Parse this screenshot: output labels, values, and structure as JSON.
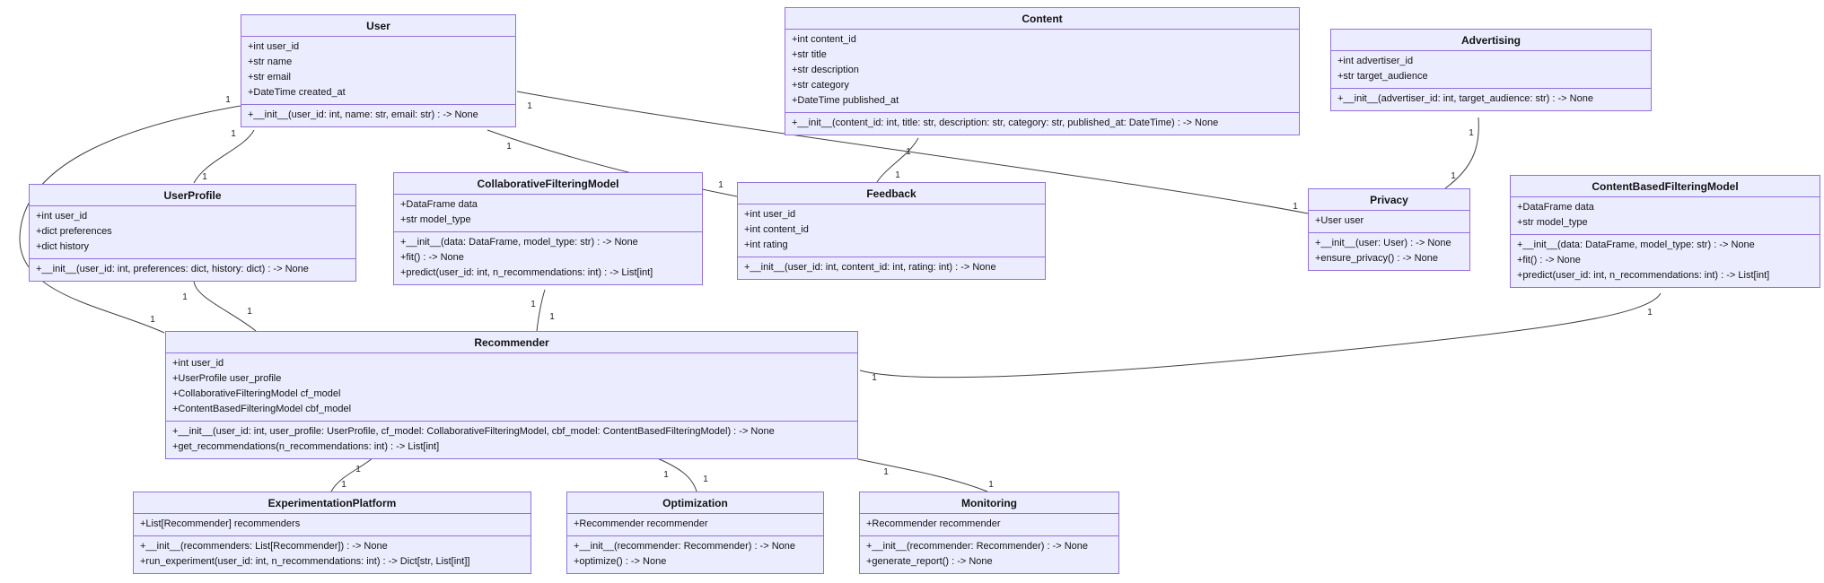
{
  "diagram": {
    "type": "uml-class-diagram",
    "background_color": "#ffffff",
    "box_fill_color": "#ECECFF",
    "box_stroke_color": "#9370DB",
    "edge_color": "#404040",
    "classes": [
      {
        "id": "User",
        "name": "User",
        "attributes": [
          "+int user_id",
          "+str name",
          "+str email",
          "+DateTime created_at"
        ],
        "methods": [
          "+__init__(user_id: int, name: str, email: str) : -> None"
        ]
      },
      {
        "id": "Content",
        "name": "Content",
        "attributes": [
          "+int content_id",
          "+str title",
          "+str description",
          "+str category",
          "+DateTime published_at"
        ],
        "methods": [
          "+__init__(content_id: int, title: str, description: str, category: str, published_at: DateTime) : -> None"
        ]
      },
      {
        "id": "Advertising",
        "name": "Advertising",
        "attributes": [
          "+int advertiser_id",
          "+str target_audience"
        ],
        "methods": [
          "+__init__(advertiser_id: int, target_audience: str) : -> None"
        ]
      },
      {
        "id": "UserProfile",
        "name": "UserProfile",
        "attributes": [
          "+int user_id",
          "+dict preferences",
          "+dict history"
        ],
        "methods": [
          "+__init__(user_id: int, preferences: dict, history: dict) : -> None"
        ]
      },
      {
        "id": "CollaborativeFilteringModel",
        "name": "CollaborativeFilteringModel",
        "attributes": [
          "+DataFrame data",
          "+str model_type"
        ],
        "methods": [
          "+__init__(data: DataFrame, model_type: str) : -> None",
          "+fit() : -> None",
          "+predict(user_id: int, n_recommendations: int) : -> List[int]"
        ]
      },
      {
        "id": "Feedback",
        "name": "Feedback",
        "attributes": [
          "+int user_id",
          "+int content_id",
          "+int rating"
        ],
        "methods": [
          "+__init__(user_id: int, content_id: int, rating: int) : -> None"
        ]
      },
      {
        "id": "Privacy",
        "name": "Privacy",
        "attributes": [
          "+User user"
        ],
        "methods": [
          "+__init__(user: User) : -> None",
          "+ensure_privacy() : -> None"
        ]
      },
      {
        "id": "ContentBasedFilteringModel",
        "name": "ContentBasedFilteringModel",
        "attributes": [
          "+DataFrame data",
          "+str model_type"
        ],
        "methods": [
          "+__init__(data: DataFrame, model_type: str) : -> None",
          "+fit() : -> None",
          "+predict(user_id: int, n_recommendations: int) : -> List[int]"
        ]
      },
      {
        "id": "Recommender",
        "name": "Recommender",
        "attributes": [
          "+int user_id",
          "+UserProfile user_profile",
          "+CollaborativeFilteringModel cf_model",
          "+ContentBasedFilteringModel cbf_model"
        ],
        "methods": [
          "+__init__(user_id: int, user_profile: UserProfile, cf_model: CollaborativeFilteringModel, cbf_model: ContentBasedFilteringModel) : -> None",
          "+get_recommendations(n_recommendations: int) : -> List[int]"
        ]
      },
      {
        "id": "ExperimentationPlatform",
        "name": "ExperimentationPlatform",
        "attributes": [
          "+List[Recommender] recommenders"
        ],
        "methods": [
          "+__init__(recommenders: List[Recommender]) : -> None",
          "+run_experiment(user_id: int, n_recommendations: int) : -> Dict[str, List[int]]"
        ]
      },
      {
        "id": "Optimization",
        "name": "Optimization",
        "attributes": [
          "+Recommender recommender"
        ],
        "methods": [
          "+__init__(recommender: Recommender) : -> None",
          "+optimize() : -> None"
        ]
      },
      {
        "id": "Monitoring",
        "name": "Monitoring",
        "attributes": [
          "+Recommender recommender"
        ],
        "methods": [
          "+__init__(recommender: Recommender) : -> None",
          "+generate_report() : -> None"
        ]
      }
    ],
    "relationships": [
      {
        "from": "User",
        "to": "UserProfile",
        "from_label": "1",
        "to_label": "1"
      },
      {
        "from": "User",
        "to": "Feedback",
        "from_label": "1",
        "to_label": "1"
      },
      {
        "from": "User",
        "to": "Privacy",
        "from_label": "1",
        "to_label": "1"
      },
      {
        "from": "User",
        "to": "Recommender",
        "from_label": "1",
        "to_label": "1"
      },
      {
        "from": "Content",
        "to": "Feedback",
        "from_label": "1",
        "to_label": "1"
      },
      {
        "from": "Advertising",
        "to": "Privacy",
        "from_label": "1",
        "to_label": "1"
      },
      {
        "from": "UserProfile",
        "to": "Recommender",
        "from_label": "1",
        "to_label": "1"
      },
      {
        "from": "CollaborativeFilteringModel",
        "to": "Recommender",
        "from_label": "1",
        "to_label": "1"
      },
      {
        "from": "ContentBasedFilteringModel",
        "to": "Recommender",
        "from_label": "1",
        "to_label": "1"
      },
      {
        "from": "Recommender",
        "to": "ExperimentationPlatform",
        "from_label": "1",
        "to_label": "1"
      },
      {
        "from": "Recommender",
        "to": "Optimization",
        "from_label": "1",
        "to_label": "1"
      },
      {
        "from": "Recommender",
        "to": "Monitoring",
        "from_label": "1",
        "to_label": "1"
      }
    ]
  }
}
